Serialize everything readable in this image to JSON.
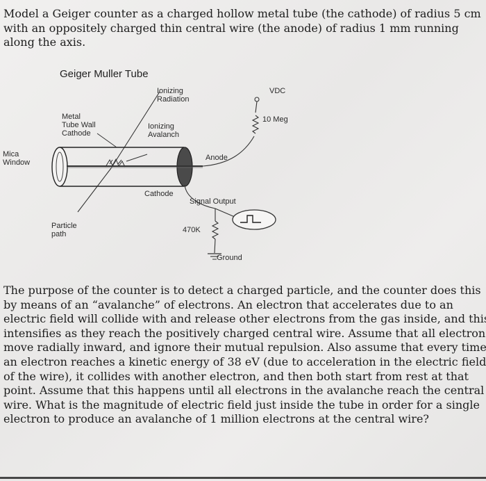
{
  "intro_lines": [
    "Model a Geiger counter as a charged hollow metal tube (the cathode) of radius 5 cm",
    "with an oppositely charged thin central wire (the anode) of radius 1 mm running",
    "along the axis."
  ],
  "figure": {
    "title": "Geiger Muller Tube",
    "ionizing_radiation": [
      "Ionizing",
      "Radiation"
    ],
    "vdc": "VDC",
    "metal_tube": [
      "Metal",
      "Tube Wall",
      "Cathode"
    ],
    "ionizing_avalanch": [
      "Ionizing",
      "Avalanch"
    ],
    "resistor_top": "10 Meg",
    "mica_window": [
      "Mica",
      "Window"
    ],
    "anode": "Anode",
    "cathode": "Cathode",
    "signal_output": "Signal Output",
    "particle_path": [
      "Particle",
      "path"
    ],
    "resistor_bottom": "470K",
    "ground": "Ground"
  },
  "body_lines": [
    "The purpose of the counter is to detect a charged particle, and the counter does this",
    "by means of an “avalanche” of electrons. An electron that accelerates due to an",
    "electric field will collide with and release other electrons from the gas inside, and this",
    "intensifies as they reach the positively charged central wire. Assume that all electrons",
    "move radially inward, and ignore their mutual repulsion. Also assume that every time",
    "an electron reaches a kinetic energy of 38 eV (due to acceleration in the electric field",
    "of the wire), it collides with another electron, and then both start from rest at that",
    "point. Assume that this happens until all electrons in the avalanche reach the central",
    "wire. What is the magnitude of electric field just inside the tube in order for a single",
    "electron to produce an avalanche of 1 million electrons at the central wire?"
  ]
}
